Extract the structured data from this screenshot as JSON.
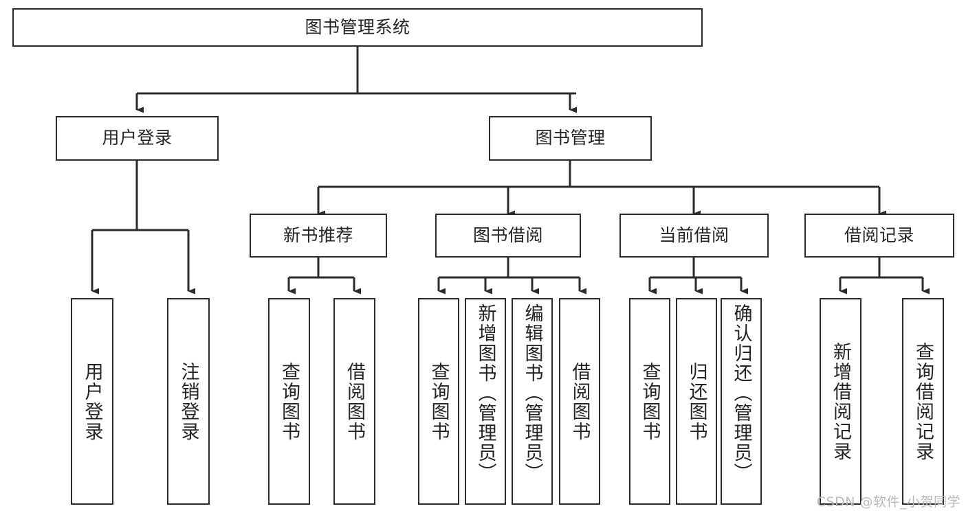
{
  "diagram": {
    "type": "tree-hierarchy-chart",
    "title": "图书管理系统",
    "stroke_color": "#2b2b2b",
    "text_color": "#242424",
    "background_color": "#ffffff",
    "watermark": "CSDN @软件_小贺同学",
    "nodes": {
      "root": {
        "label": "图书管理系统",
        "level": 1
      },
      "l2": [
        {
          "id": "user-login",
          "label": "用户登录",
          "level": 2
        },
        {
          "id": "book-management",
          "label": "图书管理",
          "level": 2
        }
      ],
      "l3": [
        {
          "id": "new-book-recommend",
          "label": "新书推荐",
          "level": 3,
          "parent": "book-management"
        },
        {
          "id": "book-borrow",
          "label": "图书借阅",
          "level": 3,
          "parent": "book-management"
        },
        {
          "id": "current-borrow",
          "label": "当前借阅",
          "level": 3,
          "parent": "book-management"
        },
        {
          "id": "borrow-record",
          "label": "借阅记录",
          "level": 3,
          "parent": "book-management"
        }
      ],
      "leaves": [
        {
          "id": "leaf-user-login",
          "label": "用户登录",
          "parent": "user-login"
        },
        {
          "id": "leaf-logout",
          "label": "注销登录",
          "parent": "user-login"
        },
        {
          "id": "leaf-query-book-1",
          "label": "查询图书",
          "parent": "new-book-recommend"
        },
        {
          "id": "leaf-borrow-book-1",
          "label": "借阅图书",
          "parent": "new-book-recommend"
        },
        {
          "id": "leaf-query-book-2",
          "label": "查询图书",
          "parent": "book-borrow"
        },
        {
          "id": "leaf-add-book",
          "label": "新增图书（管理员）",
          "parent": "book-borrow"
        },
        {
          "id": "leaf-edit-book",
          "label": "编辑图书（管理员）",
          "parent": "book-borrow"
        },
        {
          "id": "leaf-borrow-book-2",
          "label": "借阅图书",
          "parent": "book-borrow"
        },
        {
          "id": "leaf-query-book-3",
          "label": "查询图书",
          "parent": "current-borrow"
        },
        {
          "id": "leaf-return-book",
          "label": "归还图书",
          "parent": "current-borrow"
        },
        {
          "id": "leaf-confirm-return",
          "label": "确认归还（管理员）",
          "parent": "current-borrow"
        },
        {
          "id": "leaf-add-record",
          "label": "新增借阅记录",
          "parent": "borrow-record"
        },
        {
          "id": "leaf-query-record",
          "label": "查询借阅记录",
          "parent": "borrow-record"
        }
      ]
    }
  }
}
